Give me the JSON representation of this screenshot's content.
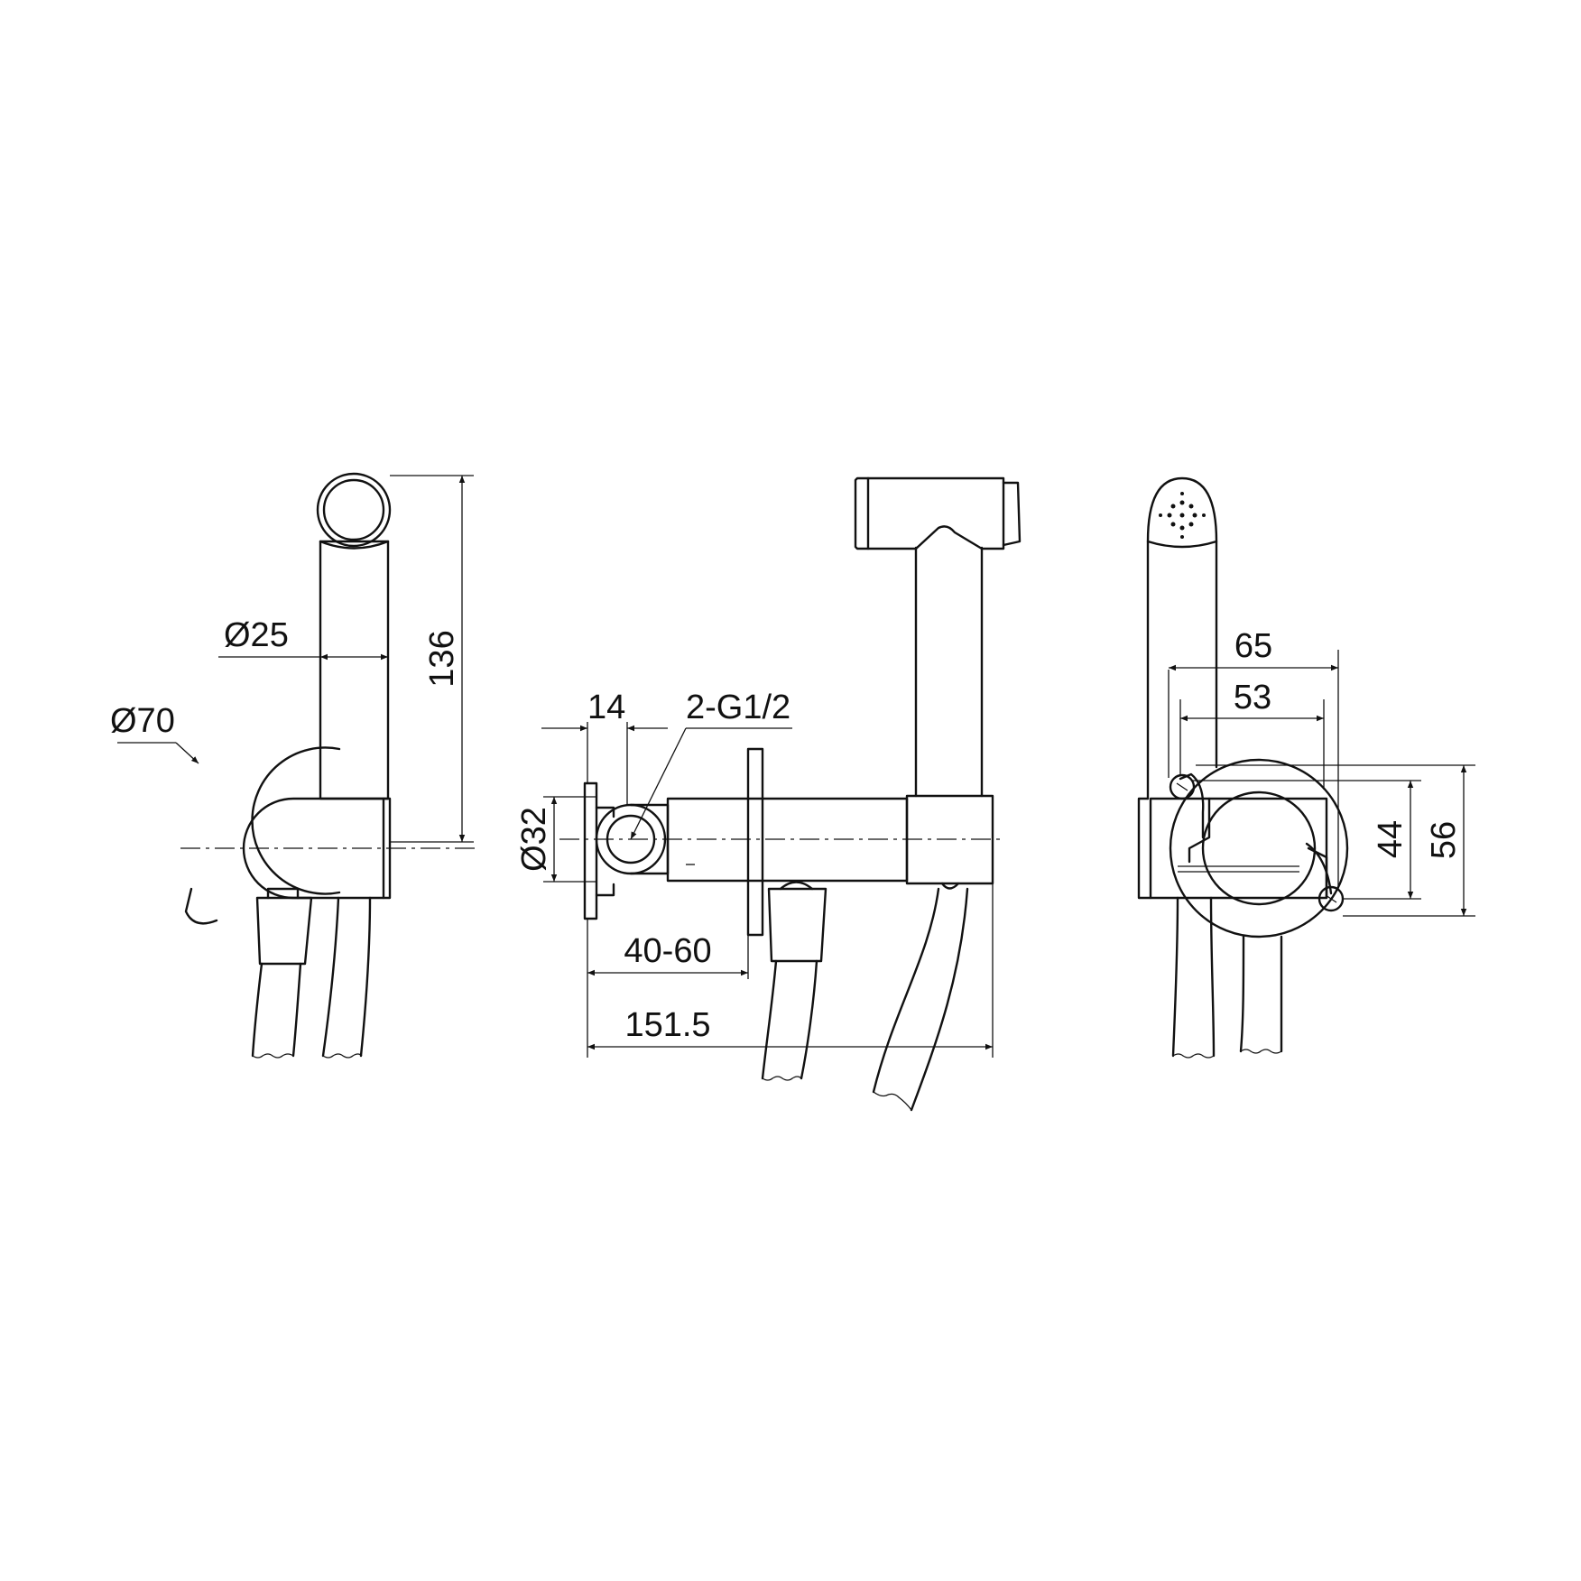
{
  "dimensions": {
    "left_view": {
      "diameter_hand_shower": "Ø25",
      "height_overall": "136",
      "diameter_wall_plate": "Ø70"
    },
    "side_view": {
      "thread_offset": "14",
      "connection_thread": "2-G1/2",
      "diameter_inlet": "Ø32",
      "wall_depth_range": "40-60",
      "overall_length": "151.5"
    },
    "right_view": {
      "width_outer": "65",
      "width_inner": "53",
      "height_inner": "44",
      "height_outer": "56"
    }
  }
}
